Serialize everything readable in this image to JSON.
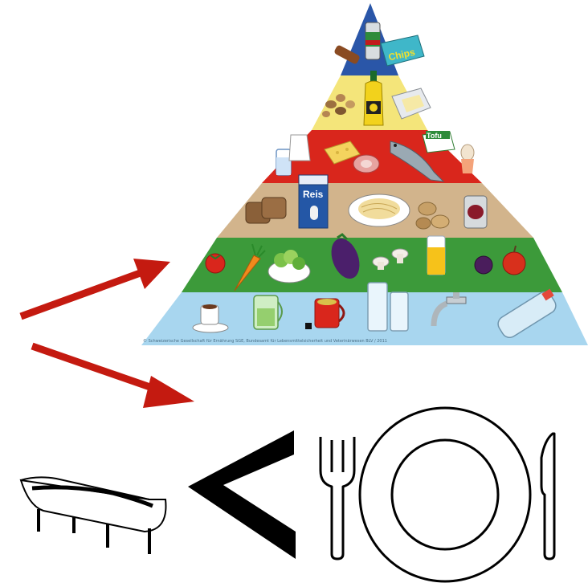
{
  "pyramid": {
    "labels": {
      "chips": "Chips",
      "tofu": "Tofu",
      "reis": "Reis"
    },
    "credit": "© Schweizerische Gesellschaft für Ernährung SGE, Bundesamt für Lebensmittelsicherheit und Veterinärwesen BLV / 2011",
    "colors": {
      "top": "#2a56a8",
      "sweets": "#f4e57a",
      "protein": "#d9261c",
      "grains": "#d2b48c",
      "produce": "#3c9a3a",
      "drinks": "#a8d6ef"
    }
  },
  "arrows": {
    "color": "#c41a10"
  },
  "comparison": {
    "symbol_color": "#000000"
  }
}
